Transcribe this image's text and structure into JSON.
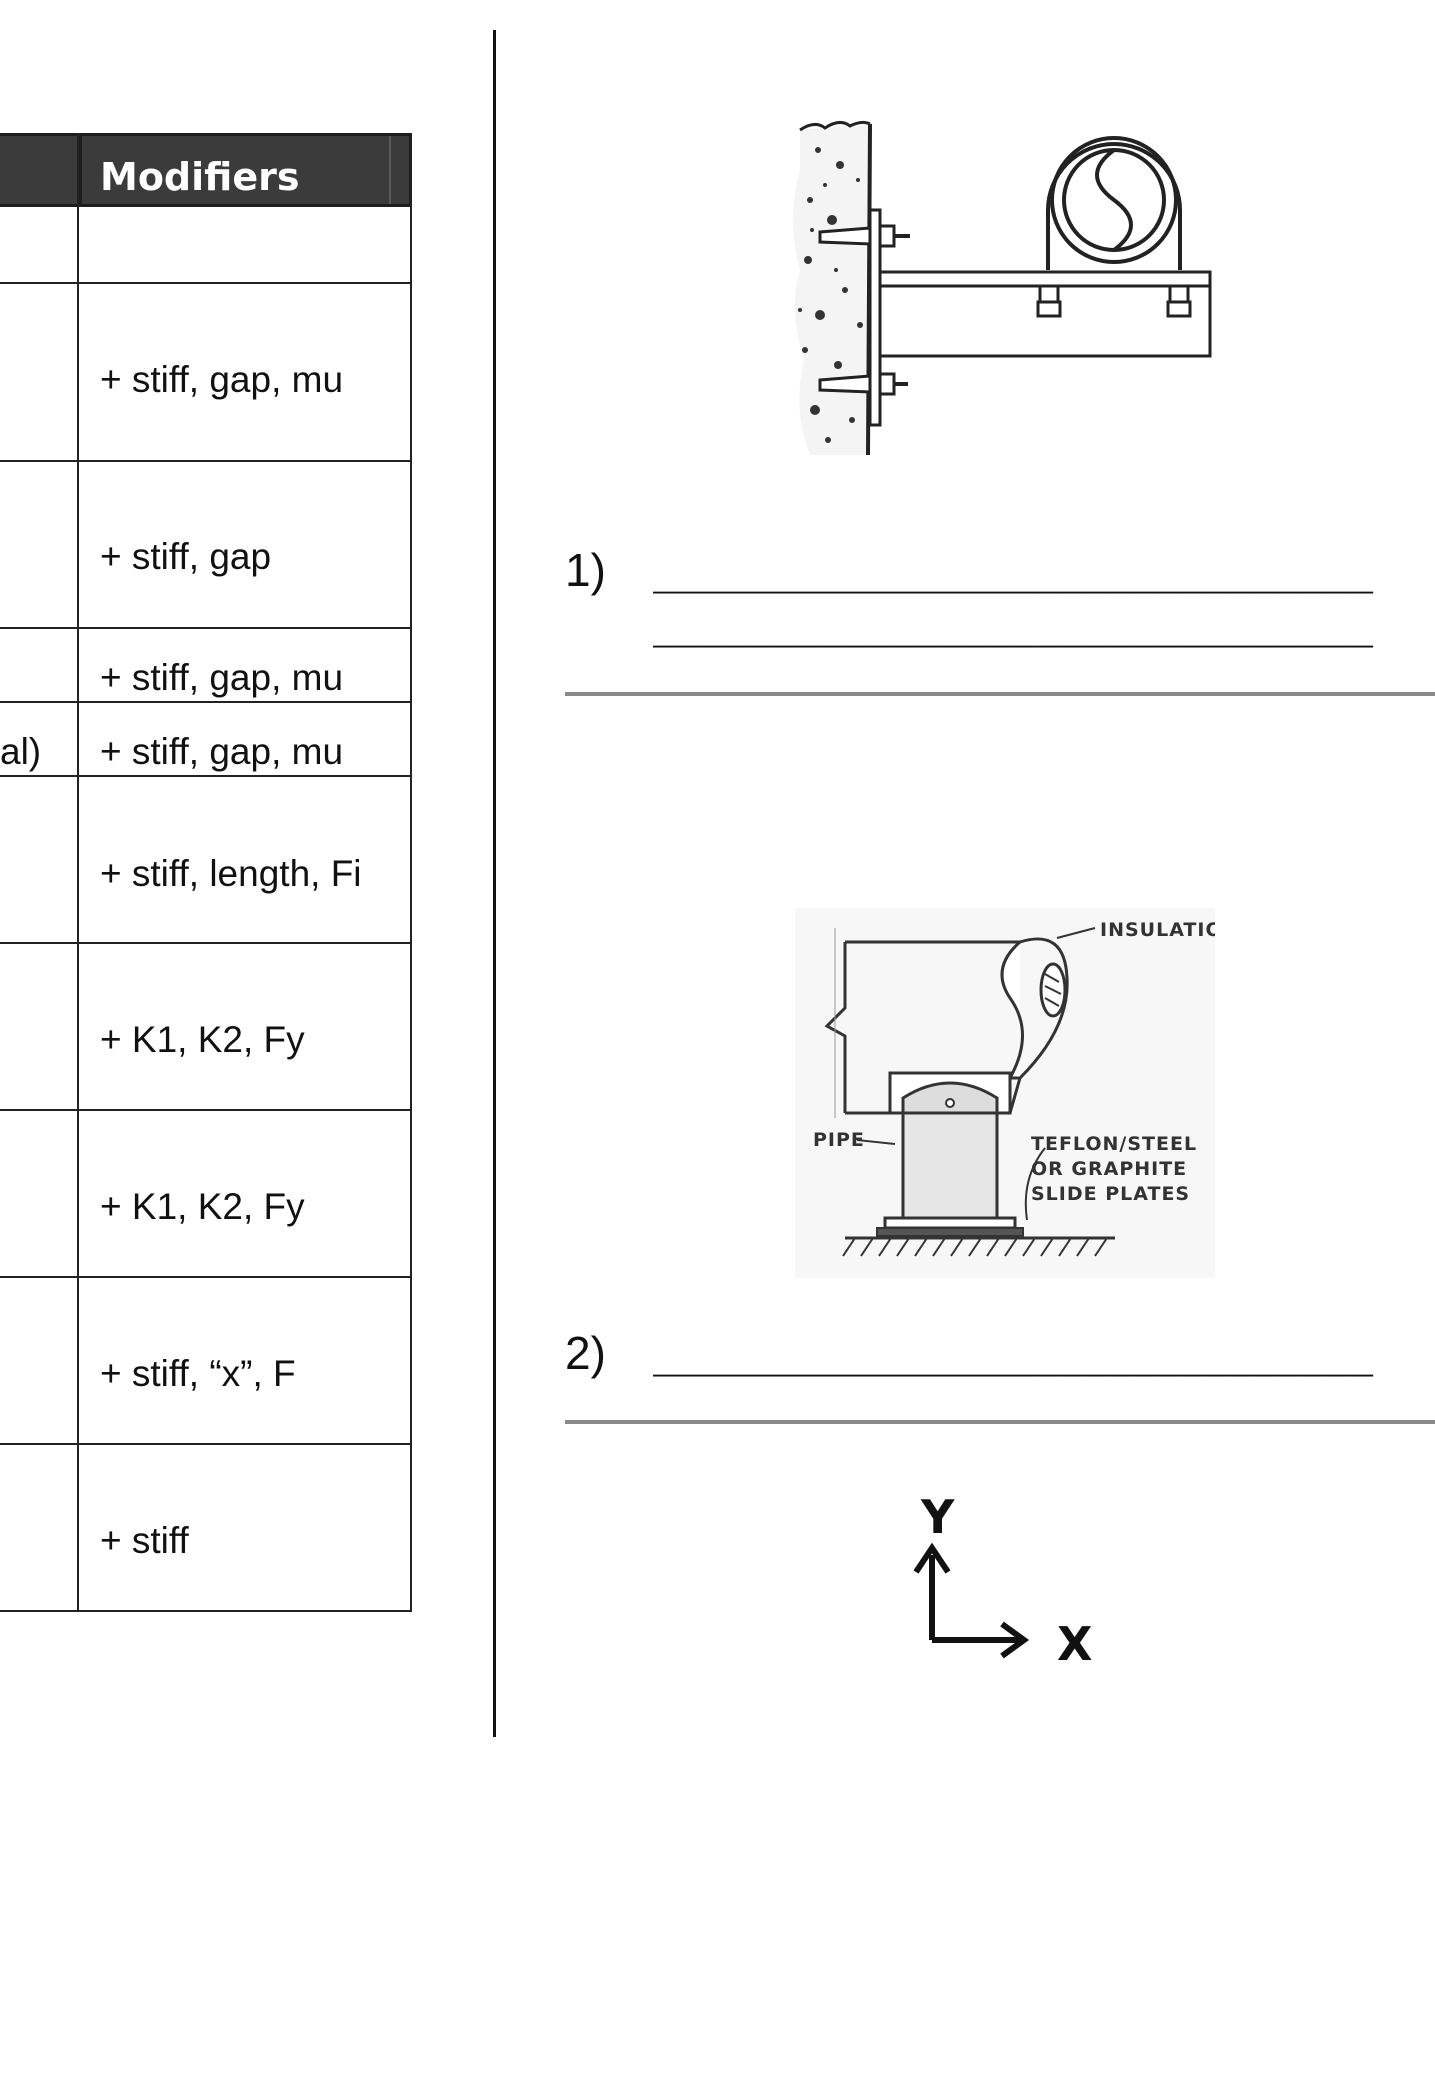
{
  "table": {
    "header": "Modifiers",
    "rows": [
      {
        "left": "",
        "modifier": ""
      },
      {
        "left": "",
        "modifier": "+ stiff, gap, mu"
      },
      {
        "left": "",
        "modifier": "+ stiff, gap"
      },
      {
        "left": "",
        "modifier": "+ stiff, gap, mu"
      },
      {
        "left": "al)",
        "modifier": "+ stiff, gap, mu"
      },
      {
        "left": "",
        "modifier": "+ stiff, length, Fi"
      },
      {
        "left": "",
        "modifier": "+ K1, K2, Fy"
      },
      {
        "left": "",
        "modifier": "+ K1, K2, Fy"
      },
      {
        "left": "",
        "modifier": "+ stiff, “x”, F"
      },
      {
        "left": "",
        "modifier": "+ stiff"
      }
    ]
  },
  "questions": [
    {
      "number": "1)",
      "blank_1": "______________________________",
      "blank_2": "______________________________"
    },
    {
      "number": "2)",
      "blank_1": "______________________________"
    }
  ],
  "figure_2": {
    "insulation": "INSULATION",
    "pipe": "PIPE",
    "slide_1": "TEFLON/STEEL",
    "slide_2": "OR GRAPHITE",
    "slide_3": "SLIDE PLATES"
  },
  "axes": {
    "y": "Y",
    "x": "X"
  }
}
